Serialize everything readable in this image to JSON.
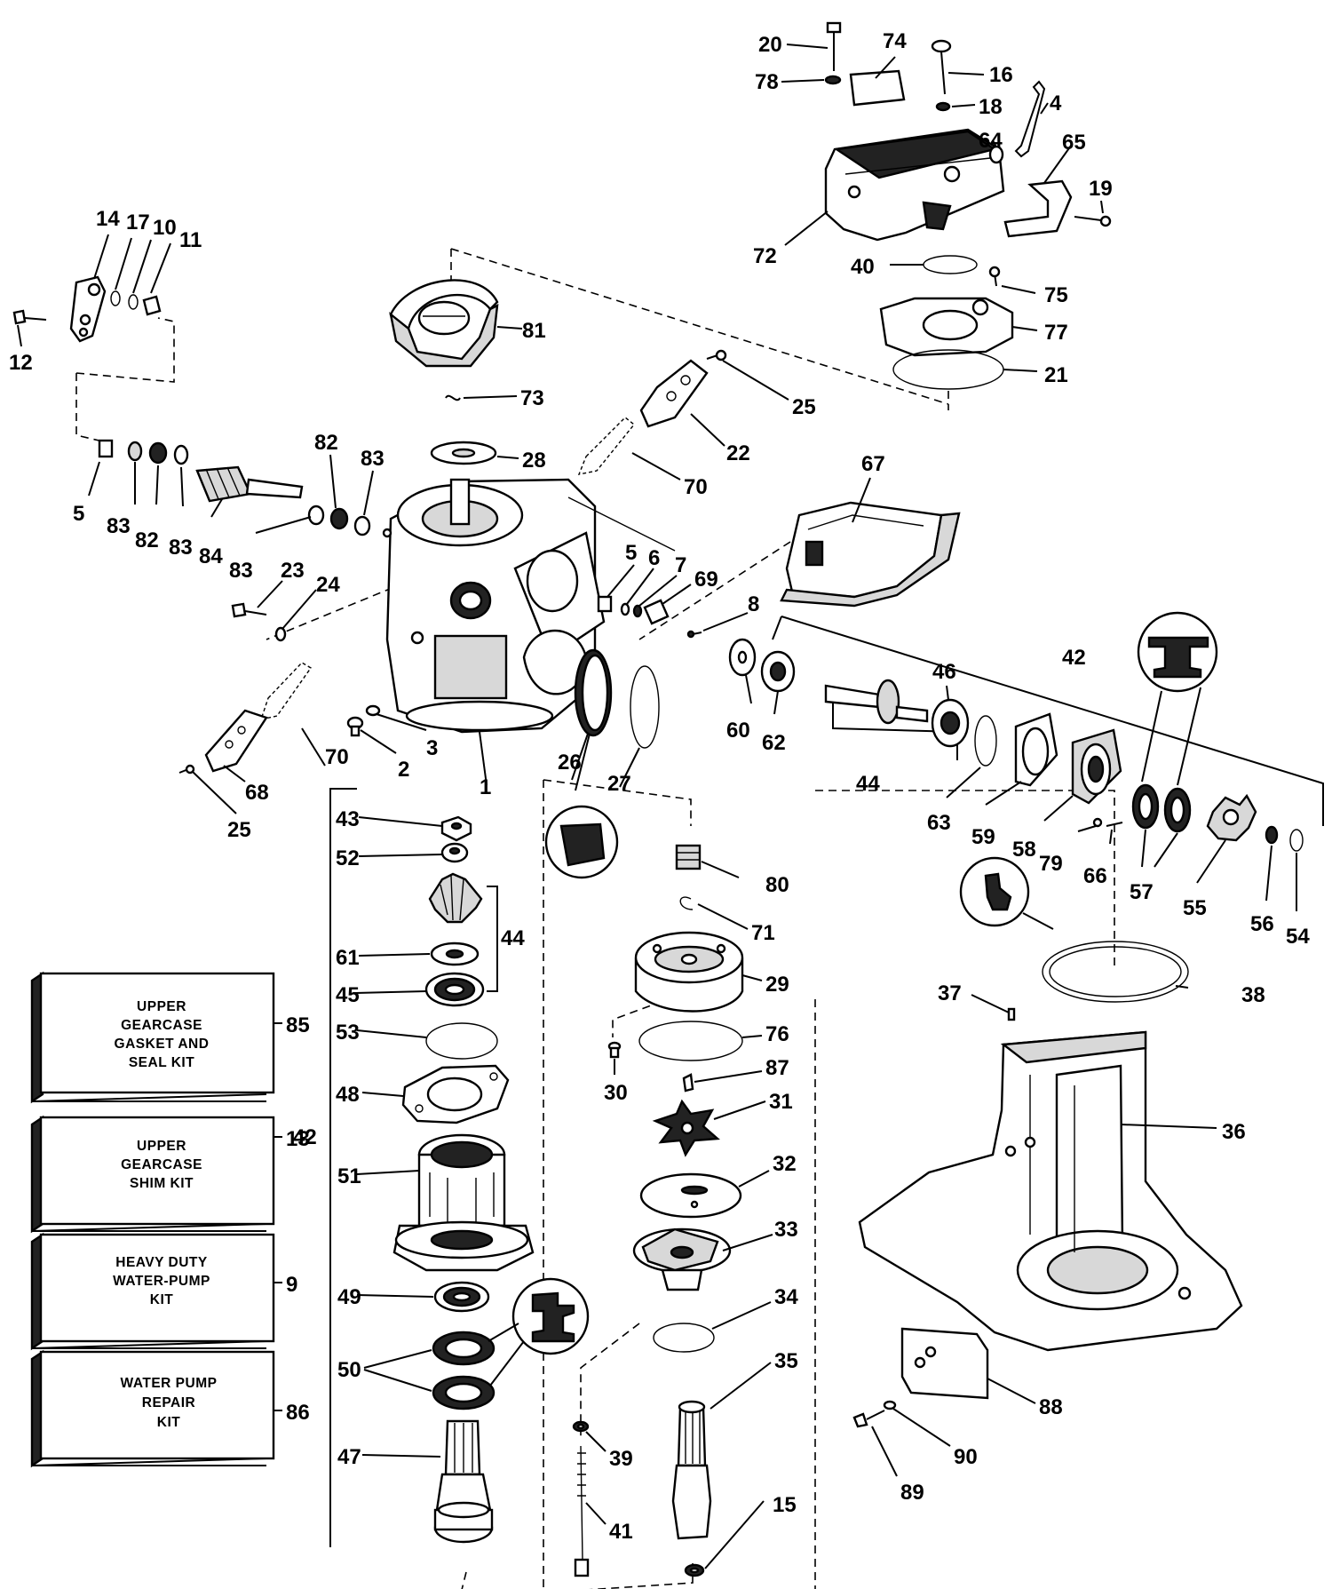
{
  "kits": [
    {
      "id": "85",
      "lines": [
        "UPPER",
        "GEARCASE",
        "GASKET AND",
        "SEAL KIT"
      ]
    },
    {
      "id": "13",
      "lines": [
        "UPPER",
        "GEARCASE",
        "SHIM KIT"
      ]
    },
    {
      "id": "9",
      "lines": [
        "HEAVY DUTY",
        "WATER-PUMP",
        "KIT"
      ]
    },
    {
      "id": "86",
      "lines": [
        "WATER PUMP",
        "REPAIR",
        "KIT"
      ]
    }
  ],
  "callouts": [
    "20",
    "74",
    "16",
    "78",
    "18",
    "4",
    "64",
    "65",
    "19",
    "72",
    "40",
    "75",
    "77",
    "21",
    "14",
    "17",
    "10",
    "11",
    "12",
    "81",
    "73",
    "25",
    "22",
    "28",
    "70",
    "67",
    "82",
    "83",
    "5",
    "83",
    "82",
    "83",
    "84",
    "83",
    "23",
    "24",
    "5",
    "6",
    "7",
    "69",
    "8",
    "42",
    "46",
    "60",
    "62",
    "44",
    "63",
    "59",
    "58",
    "79",
    "66",
    "57",
    "55",
    "56",
    "54",
    "70",
    "68",
    "25",
    "2",
    "3",
    "1",
    "26",
    "27",
    "43",
    "52",
    "44",
    "61",
    "45",
    "53",
    "48",
    "42",
    "51",
    "49",
    "50",
    "47",
    "80",
    "71",
    "29",
    "76",
    "30",
    "87",
    "31",
    "32",
    "33",
    "34",
    "35",
    "39",
    "41",
    "15",
    "38",
    "37",
    "36",
    "88",
    "90",
    "89",
    "85",
    "13",
    "9",
    "86"
  ]
}
